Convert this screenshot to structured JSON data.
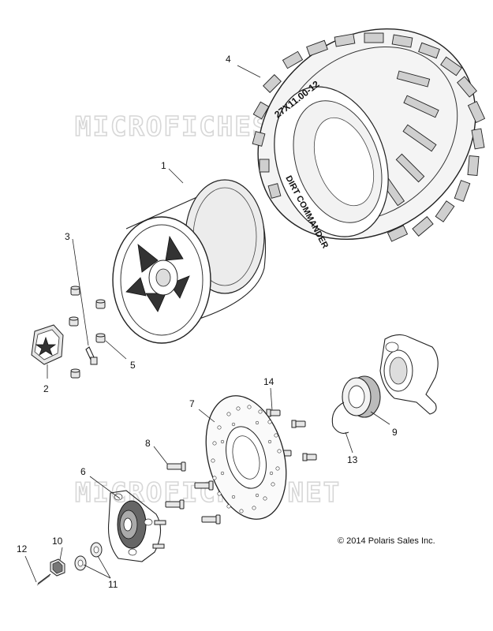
{
  "watermark": "MICROFICHES.NET",
  "copyright": "© 2014 Polaris Sales Inc.",
  "tire_sidewall_size": "27X11.00-12",
  "tire_sidewall_brand": "DIRT COMMANDER",
  "callouts": [
    {
      "id": "c1",
      "label": "1"
    },
    {
      "id": "c2",
      "label": "2"
    },
    {
      "id": "c3",
      "label": "3"
    },
    {
      "id": "c4",
      "label": "4"
    },
    {
      "id": "c5",
      "label": "5"
    },
    {
      "id": "c6",
      "label": "6"
    },
    {
      "id": "c7",
      "label": "7"
    },
    {
      "id": "c8",
      "label": "8"
    },
    {
      "id": "c9",
      "label": "9"
    },
    {
      "id": "c10",
      "label": "10"
    },
    {
      "id": "c11",
      "label": "11"
    },
    {
      "id": "c12",
      "label": "12"
    },
    {
      "id": "c13",
      "label": "13"
    },
    {
      "id": "c14",
      "label": "14"
    }
  ]
}
